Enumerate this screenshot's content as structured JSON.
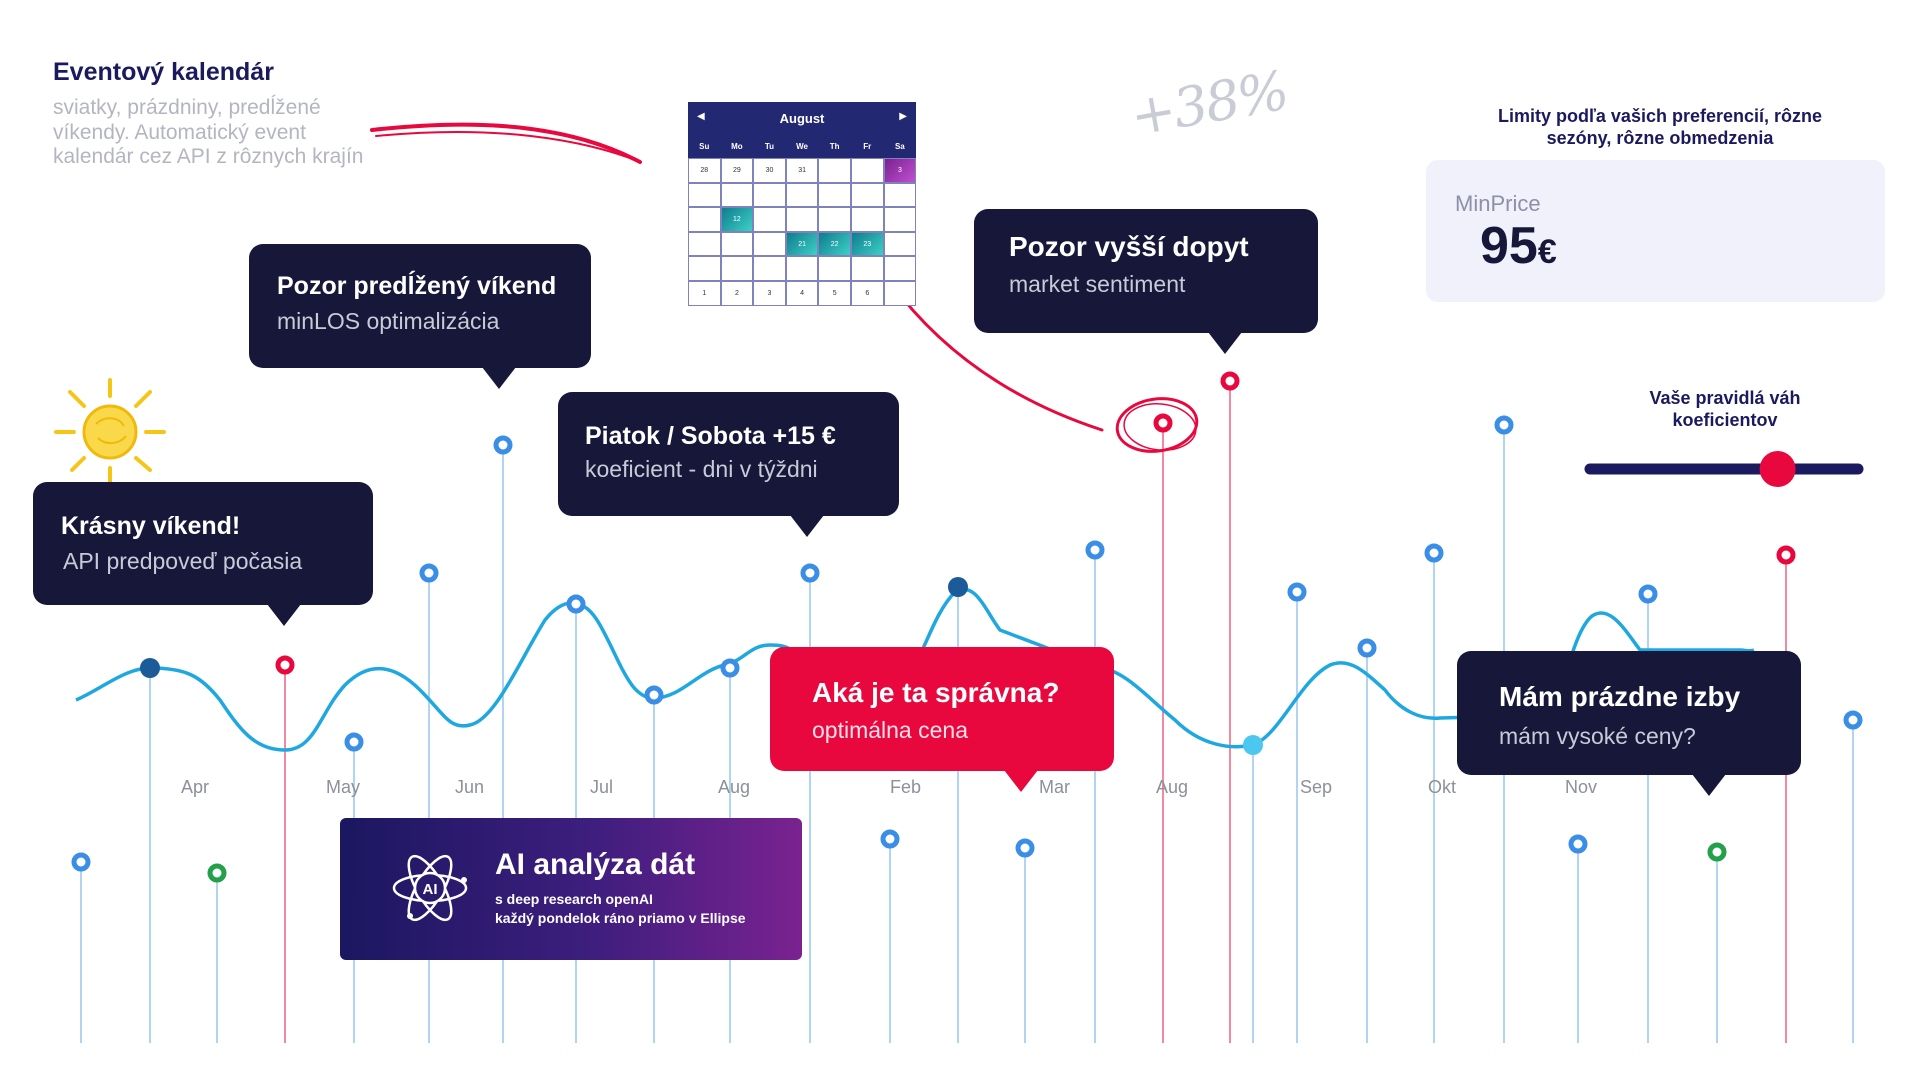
{
  "intro": {
    "title": "Eventový kalendár",
    "body": "sviatky, prázdniny, predĺžené víkendy. Automatický event kalendár cez API z rôznych krajín"
  },
  "calendar": {
    "month": "August",
    "prev_icon": "chevron-left-icon",
    "next_icon": "chevron-right-icon",
    "weekdays": [
      "Su",
      "Mo",
      "Tu",
      "We",
      "Th",
      "Fr",
      "Sa"
    ],
    "row1": [
      "28",
      "29",
      "30",
      "31",
      "",
      "",
      "3"
    ],
    "highlighted_single": "12",
    "highlighted_range": [
      "21",
      "22",
      "23"
    ],
    "last_row": [
      "1",
      "2",
      "3",
      "4",
      "5",
      "6",
      ""
    ]
  },
  "percent_annotation": "+38%",
  "limits": {
    "title": "Limity podľa vašich preferencií, rôzne sezóny, rôzne obmedzenia",
    "min_label": "MinPrice",
    "min_value": "95",
    "currency": "€"
  },
  "rules": {
    "title": "Vaše pravidlá váh koeficientov",
    "slider_value": 0.7
  },
  "bubbles": {
    "weather": {
      "title": "Krásny víkend!",
      "subtitle": "API predpoveď počasia"
    },
    "long_weekend": {
      "title": "Pozor predĺžený víkend",
      "subtitle": "minLOS optimalizácia"
    },
    "day_of_week": {
      "title": "Piatok / Sobota +15 €",
      "subtitle": "koeficient - dni v týždni"
    },
    "demand": {
      "title": "Pozor vyšší dopyt",
      "subtitle": "market sentiment"
    },
    "optimal": {
      "title": "Aká je ta správna?",
      "subtitle": "optimálna cena"
    },
    "empty_rooms": {
      "title": "Mám prázdne izby",
      "subtitle": "mám vysoké ceny?"
    }
  },
  "months": [
    "Apr",
    "May",
    "Jun",
    "Jul",
    "Aug",
    "Feb",
    "Mar",
    "Aug",
    "Sep",
    "Okt",
    "Nov"
  ],
  "ai": {
    "icon": "atom-ai-icon",
    "icon_label": "AI",
    "title": "AI analýza dát",
    "subtitle_line1": "s deep research openAI",
    "subtitle_line2": "každý pondelok ráno priamo v Ellipse"
  },
  "colors": {
    "navy": "#161739",
    "red": "#e8083e",
    "wave": "#1fa7e0",
    "marker_blue": "#3a8ee6",
    "marker_green": "#22a04a"
  }
}
